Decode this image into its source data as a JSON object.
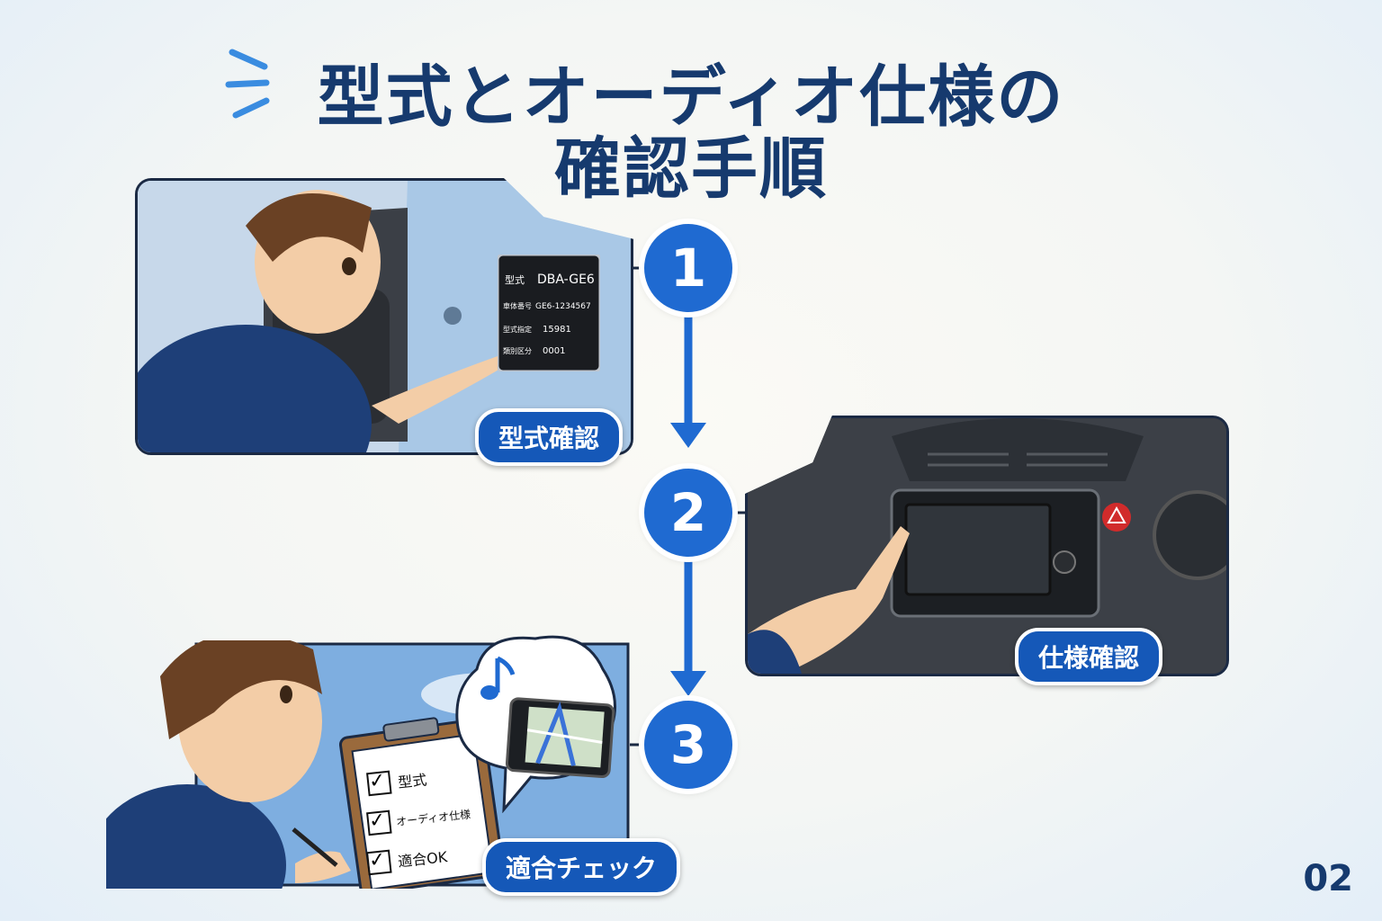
{
  "title": {
    "line1": "型式とオーディオ仕様の",
    "line2": "確認手順"
  },
  "steps": [
    {
      "number": "1",
      "label": "型式確認"
    },
    {
      "number": "2",
      "label": "仕様確認"
    },
    {
      "number": "3",
      "label": "適合チェック"
    }
  ],
  "plate": {
    "rows": [
      {
        "key": "型式",
        "value": "DBA-GE6"
      },
      {
        "key": "車体番号",
        "value": "GE6-1234567"
      },
      {
        "key": "型式指定",
        "value": "15981"
      },
      {
        "key": "類別区分",
        "value": "0001"
      }
    ]
  },
  "checklist": [
    "型式",
    "オーディオ仕様",
    "適合OK"
  ],
  "page_number": "02",
  "colors": {
    "accent": "#1f6ad1",
    "title": "#163a6e",
    "tag": "#1558b8"
  },
  "icons": [
    "music-note-icon",
    "checkbox-icon",
    "arrow-down-icon",
    "sparkle-icon"
  ]
}
